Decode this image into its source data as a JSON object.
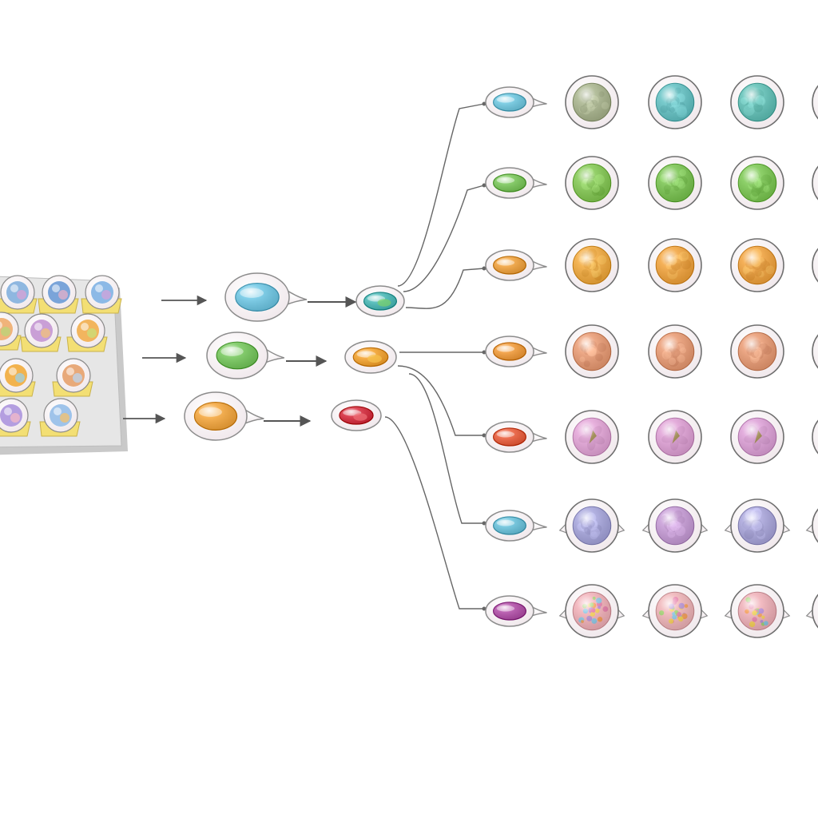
{
  "palette": {
    "background": "#ffffff",
    "arrow": "#555555",
    "connector": "#666666",
    "tray": "#e6e6e6",
    "tray_side": "#c9c9c9",
    "cup_yellow": "#f3df74",
    "membrane": "#f6f1f3",
    "membrane_stroke": "#8c8c8c"
  },
  "source_tray": {
    "wells": [
      {
        "color": "#8fb7e0",
        "accent": "#d9a1d6"
      },
      {
        "color": "#7aa4d9",
        "accent": "#e7b0c8"
      },
      {
        "color": "#8cb9e6",
        "accent": "#d1a3da"
      },
      {
        "color": "#f0b37a",
        "accent": "#b9d67a"
      },
      {
        "color": "#c99fd6",
        "accent": "#f2c27a"
      },
      {
        "color": "#f2b55e",
        "accent": "#c8e07b"
      },
      {
        "color": "#f2b24e",
        "accent": "#9bd0e8"
      },
      {
        "color": "#e8a97a",
        "accent": "#bcd6f0"
      },
      {
        "color": "#b49ee0",
        "accent": "#f4b9c8"
      },
      {
        "color": "#9fc3ea",
        "accent": "#f5c26b"
      },
      {
        "color": "#8cbadf",
        "accent": "#d5a4da"
      }
    ]
  },
  "progenitors": [
    {
      "color": "#6ec8e6"
    },
    {
      "color": "#74c85a"
    },
    {
      "color": "#f6a63a"
    }
  ],
  "intermediates": [
    {
      "color": "#47b9b7",
      "accent": "#7bd26a"
    },
    {
      "color": "#f6a22a",
      "accent": "#f6c34e"
    },
    {
      "color": "#d8283a",
      "accent": "#f07078"
    }
  ],
  "lineages": [
    {
      "color": "#6ec9e2",
      "mature": [
        "#a8b48c",
        "#62c2c4",
        "#5fc1b7",
        "#6bb9a0"
      ],
      "texture": "lumpy",
      "tailed": false
    },
    {
      "color": "#79c858",
      "mature": [
        "#82c850",
        "#78c44e",
        "#7ac850",
        "#7ac850"
      ],
      "texture": "lumpy",
      "tailed": false
    },
    {
      "color": "#f3a23a",
      "mature": [
        "#f3a93a",
        "#f3a33a",
        "#f3a33c",
        "#f3a33c"
      ],
      "texture": "lumpy",
      "tailed": false
    },
    {
      "color": "#f39a36",
      "mature": [
        "#ea9a72",
        "#ea9a72",
        "#ea9a72",
        "#ea9a72"
      ],
      "texture": "lumpy",
      "tailed": false
    },
    {
      "color": "#ec5a38",
      "mature": [
        "#e4a4d8",
        "#e0a0d6",
        "#dea0d8",
        "#dea0d8"
      ],
      "texture": "segmented",
      "tailed": false
    },
    {
      "color": "#68c3dd",
      "mature": [
        "#a5a4dc",
        "#c69ad6",
        "#a9a5dc",
        "#b0a4dc"
      ],
      "texture": "mottled",
      "tailed": true
    },
    {
      "color": "#b24ca8",
      "mature": [
        "#f2b0b8",
        "#f0b4b8",
        "#f0b0b8",
        "#f0b0b8"
      ],
      "texture": "confetti",
      "tailed": true
    }
  ]
}
